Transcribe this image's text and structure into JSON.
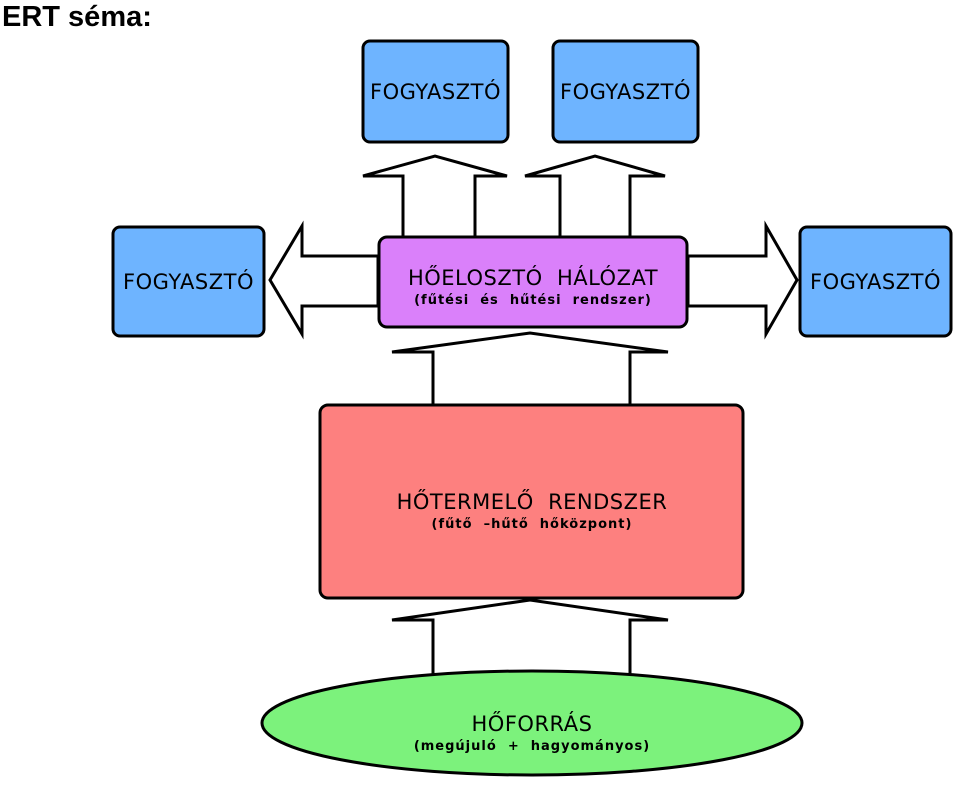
{
  "title": "ERT séma:",
  "consumers": {
    "top_left": "FOGYASZTÓ",
    "top_right": "FOGYASZTÓ",
    "left": "FOGYASZTÓ",
    "right": "FOGYASZTÓ"
  },
  "distribution_network": {
    "label": "HŐELOSZTÓ  HÁLÓZAT",
    "sublabel": "(fűtési  és  hűtési  rendszer)",
    "fill": "#da80fa"
  },
  "generation_system": {
    "label": "HŐTERMELŐ  RENDSZER",
    "sublabel": "(fűtő  –hűtő  hőközpont)",
    "fill": "#fd807f"
  },
  "heat_source": {
    "label": "HŐFORRÁS",
    "sublabel": "(megújuló  +  hagyományos)",
    "fill": "#7cf27c"
  },
  "consumer_fill": "#6eb4ff",
  "arrow_fill": "#ffffff"
}
